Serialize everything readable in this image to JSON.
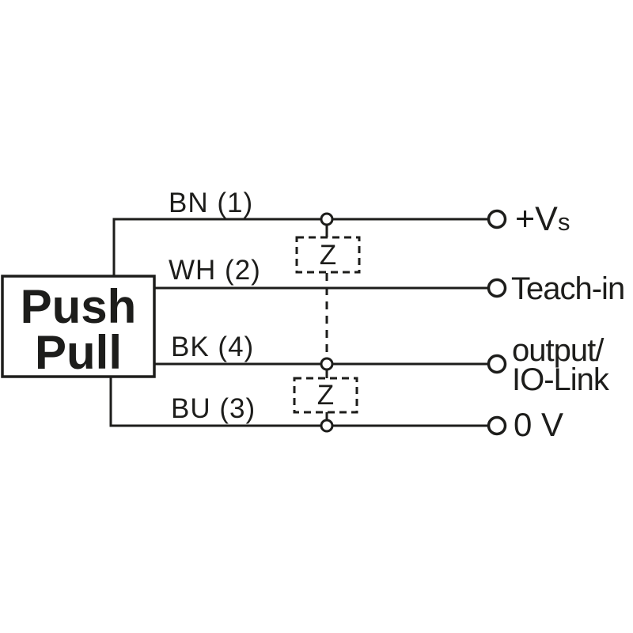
{
  "colors": {
    "ink": "#1d1d1b",
    "paper": "#ffffff"
  },
  "device": {
    "label_line1": "Push",
    "label_line2": "Pull"
  },
  "wires": [
    {
      "label": "BN (1)"
    },
    {
      "label": "WH (2)"
    },
    {
      "label": "BK (4)"
    },
    {
      "label": "BU (3)"
    }
  ],
  "suppressor": {
    "symbol": "Z"
  },
  "terminals": [
    {
      "label": "+V",
      "label_small": "s"
    },
    {
      "label": "Teach-in"
    },
    {
      "label": "output/",
      "label2": "IO-Link"
    },
    {
      "label": "0 V"
    }
  ]
}
